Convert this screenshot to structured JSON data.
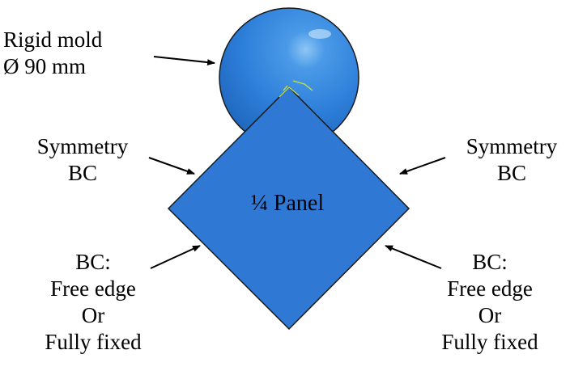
{
  "labels": {
    "mold": [
      "Rigid mold",
      "Ø 90 mm"
    ],
    "symmetry_left": [
      "Symmetry",
      "BC"
    ],
    "symmetry_right": [
      "Symmetry",
      "BC"
    ],
    "panel": "¼ Panel",
    "bc_left": [
      "BC:",
      "Free edge",
      "Or",
      "Fully fixed"
    ],
    "bc_right": [
      "BC:",
      "Free edge",
      "Or",
      "Fully fixed"
    ]
  },
  "colors": {
    "panel_fill": "#2f79d4",
    "mold_fill": "#2d7fd9",
    "outline": "#1a1a1a",
    "mesh_marker": "#c8e04a",
    "text": "#000000"
  }
}
